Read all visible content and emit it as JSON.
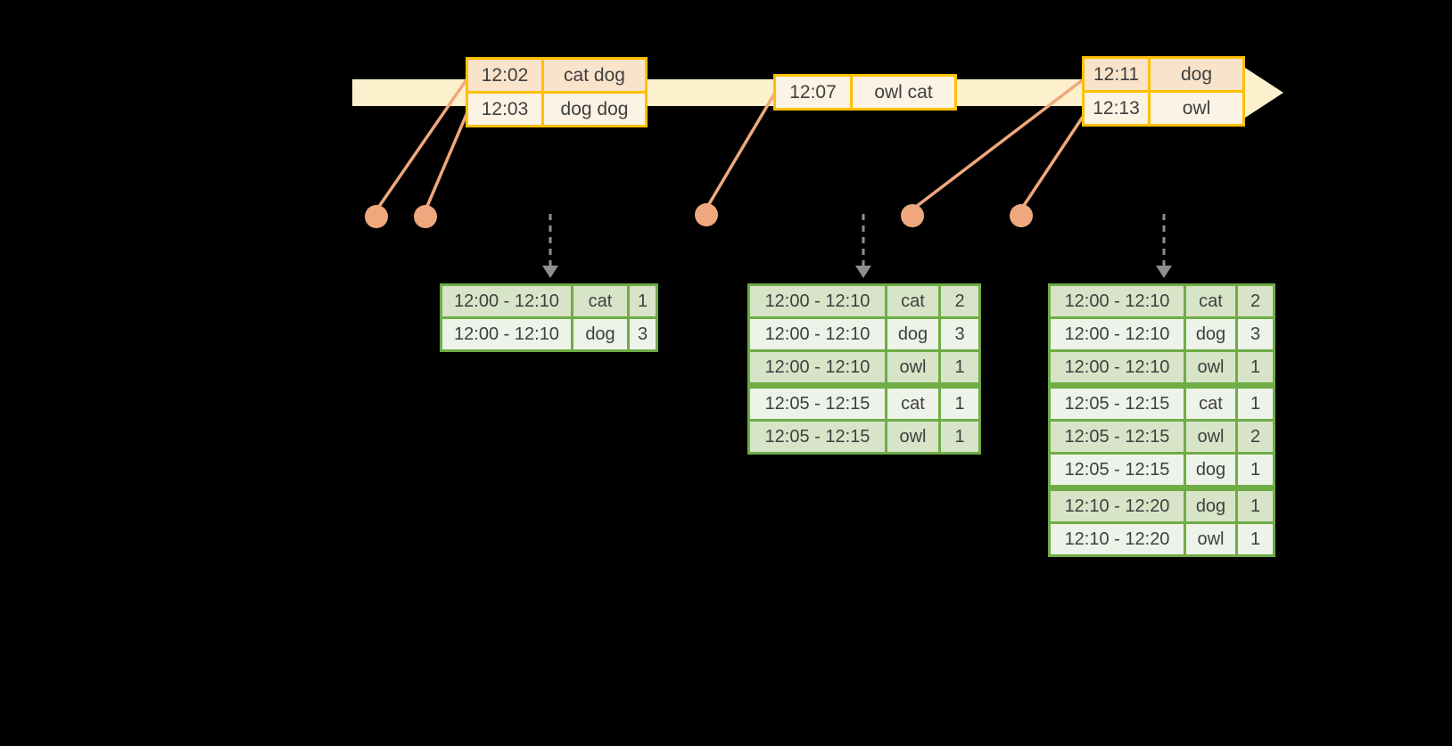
{
  "colors": {
    "background": "#000000",
    "timeline_band": "#FDF0CC",
    "event_border": "#FFC000",
    "event_row_dark": "#FAE3CB",
    "event_row_light": "#FDF3E4",
    "result_border": "#6FAC46",
    "result_row_dark": "#D7E4C8",
    "result_row_light": "#EDF3E8",
    "connector": "#EFA87D",
    "trigger_arrow": "#8F8F8F",
    "text": "#3F3F3F"
  },
  "event_tables": [
    {
      "name": "event-batch-1",
      "rows": [
        {
          "time": "12:02",
          "words": "cat dog",
          "shade": "dark"
        },
        {
          "time": "12:03",
          "words": "dog dog",
          "shade": "light"
        }
      ]
    },
    {
      "name": "event-batch-2",
      "rows": [
        {
          "time": "12:07",
          "words": "owl cat",
          "shade": "light"
        }
      ]
    },
    {
      "name": "event-batch-3",
      "rows": [
        {
          "time": "12:11",
          "words": "dog",
          "shade": "dark"
        },
        {
          "time": "12:13",
          "words": "owl",
          "shade": "light"
        }
      ]
    }
  ],
  "result_tables": [
    {
      "name": "result-table-1",
      "group_breaks": [],
      "rows": [
        {
          "window": "12:00 - 12:10",
          "word": "cat",
          "count": "1"
        },
        {
          "window": "12:00 - 12:10",
          "word": "dog",
          "count": "3"
        }
      ]
    },
    {
      "name": "result-table-2",
      "group_breaks": [
        3
      ],
      "rows": [
        {
          "window": "12:00 - 12:10",
          "word": "cat",
          "count": "2"
        },
        {
          "window": "12:00 - 12:10",
          "word": "dog",
          "count": "3"
        },
        {
          "window": "12:00 - 12:10",
          "word": "owl",
          "count": "1"
        },
        {
          "window": "12:05 - 12:15",
          "word": "cat",
          "count": "1"
        },
        {
          "window": "12:05 - 12:15",
          "word": "owl",
          "count": "1"
        }
      ]
    },
    {
      "name": "result-table-3",
      "group_breaks": [
        3,
        6
      ],
      "rows": [
        {
          "window": "12:00 - 12:10",
          "word": "cat",
          "count": "2"
        },
        {
          "window": "12:00 - 12:10",
          "word": "dog",
          "count": "3"
        },
        {
          "window": "12:00 - 12:10",
          "word": "owl",
          "count": "1"
        },
        {
          "window": "12:05 - 12:15",
          "word": "cat",
          "count": "1"
        },
        {
          "window": "12:05 - 12:15",
          "word": "owl",
          "count": "2"
        },
        {
          "window": "12:05 - 12:15",
          "word": "dog",
          "count": "1"
        },
        {
          "window": "12:10 - 12:20",
          "word": "dog",
          "count": "1"
        },
        {
          "window": "12:10 - 12:20",
          "word": "owl",
          "count": "1"
        }
      ]
    }
  ],
  "timeline_dots": [
    {
      "event_time": "12:02"
    },
    {
      "event_time": "12:03"
    },
    {
      "event_time": "12:07"
    },
    {
      "event_time": "12:11"
    },
    {
      "event_time": "12:13"
    }
  ],
  "trigger_arrows": [
    {
      "points_to": "result-table-1"
    },
    {
      "points_to": "result-table-2"
    },
    {
      "points_to": "result-table-3"
    }
  ]
}
